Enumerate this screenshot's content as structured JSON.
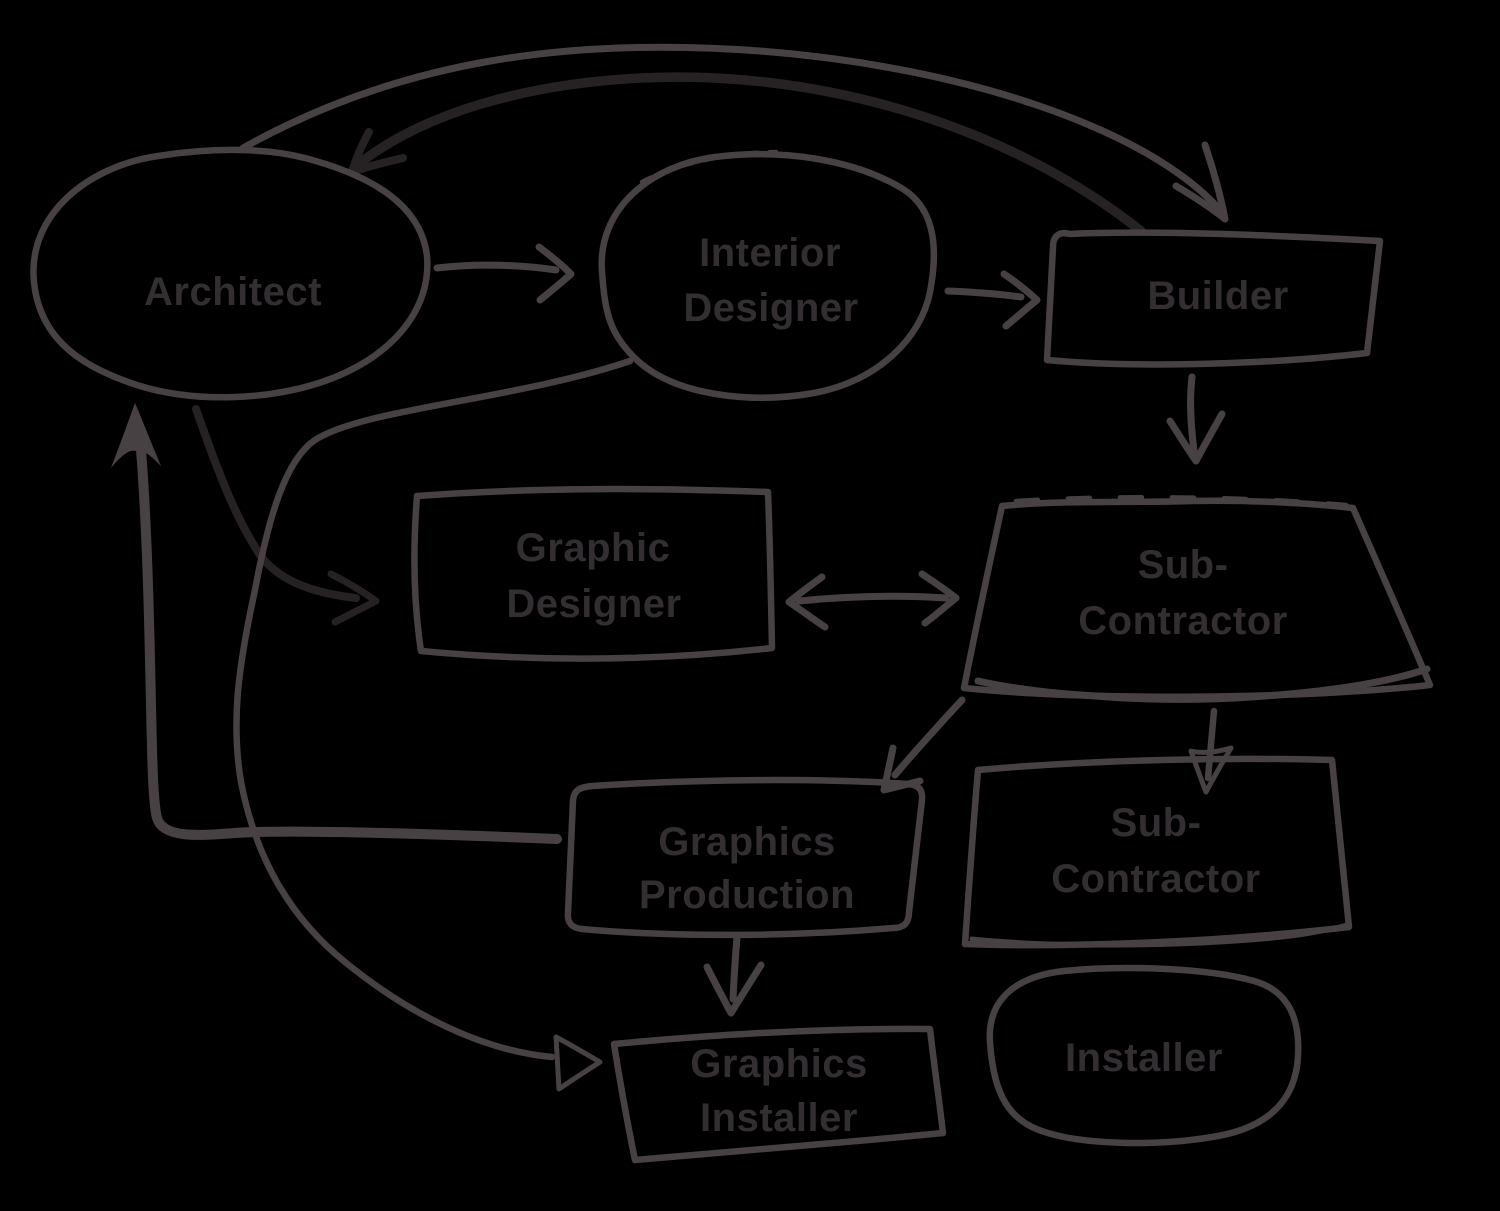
{
  "theme": {
    "background": "#000000",
    "stroke_main": "#474143",
    "stroke_dark": "#262223",
    "text_color": "#332e31"
  },
  "nodes": {
    "architect": {
      "label": "Architect",
      "shape": "ellipse"
    },
    "interior_designer": {
      "line1": "Interior",
      "line2": "Designer",
      "shape": "ellipse"
    },
    "builder": {
      "label": "Builder",
      "shape": "rectangle"
    },
    "graphic_designer": {
      "line1": "Graphic",
      "line2": "Designer",
      "shape": "rectangle"
    },
    "sub_contractor_1": {
      "line1": "Sub-",
      "line2": "Contractor",
      "shape": "trapezoid"
    },
    "graphics_production": {
      "line1": "Graphics",
      "line2": "Production",
      "shape": "rectangle"
    },
    "sub_contractor_2": {
      "line1": "Sub-",
      "line2": "Contractor",
      "shape": "rectangle"
    },
    "graphics_installer": {
      "line1": "Graphics",
      "line2": "Installer",
      "shape": "rectangle"
    },
    "installer": {
      "label": "Installer",
      "shape": "ellipse"
    }
  },
  "edges": [
    {
      "from": "Architect",
      "to": "Interior Designer",
      "arrow": "open-v",
      "style": "straight"
    },
    {
      "from": "Interior Designer",
      "to": "Builder",
      "arrow": "open-v",
      "style": "straight"
    },
    {
      "from": "Architect",
      "to": "Builder",
      "arrow": "open-v",
      "style": "top-outer-arc"
    },
    {
      "from": "Builder",
      "to": "Architect",
      "arrow": "open-v",
      "style": "top-inner-arc-dark"
    },
    {
      "from": "Builder",
      "to": "Sub-Contractor",
      "arrow": "open-v",
      "style": "straight-down"
    },
    {
      "from": "Architect",
      "to": "Graphic Designer",
      "arrow": "open-v",
      "style": "curved-dark"
    },
    {
      "from": "Graphic Designer",
      "to": "Sub-Contractor",
      "arrow": "double-headed",
      "style": "straight"
    },
    {
      "from": "Sub-Contractor",
      "to": "Graphics Production",
      "arrow": "open-v",
      "style": "diagonal"
    },
    {
      "from": "Sub-Contractor",
      "to": "Sub-Contractor (lower)",
      "arrow": "open-triangle",
      "style": "straight-down"
    },
    {
      "from": "Graphics Production",
      "to": "Graphics Installer",
      "arrow": "open-v",
      "style": "straight-down"
    },
    {
      "from": "Graphics Production",
      "to": "Architect",
      "arrow": "filled-triangle",
      "style": "thick-elbow"
    },
    {
      "from": "Interior Designer",
      "to": "Graphics Installer",
      "arrow": "hollow-triangle",
      "style": "long-curve"
    }
  ]
}
